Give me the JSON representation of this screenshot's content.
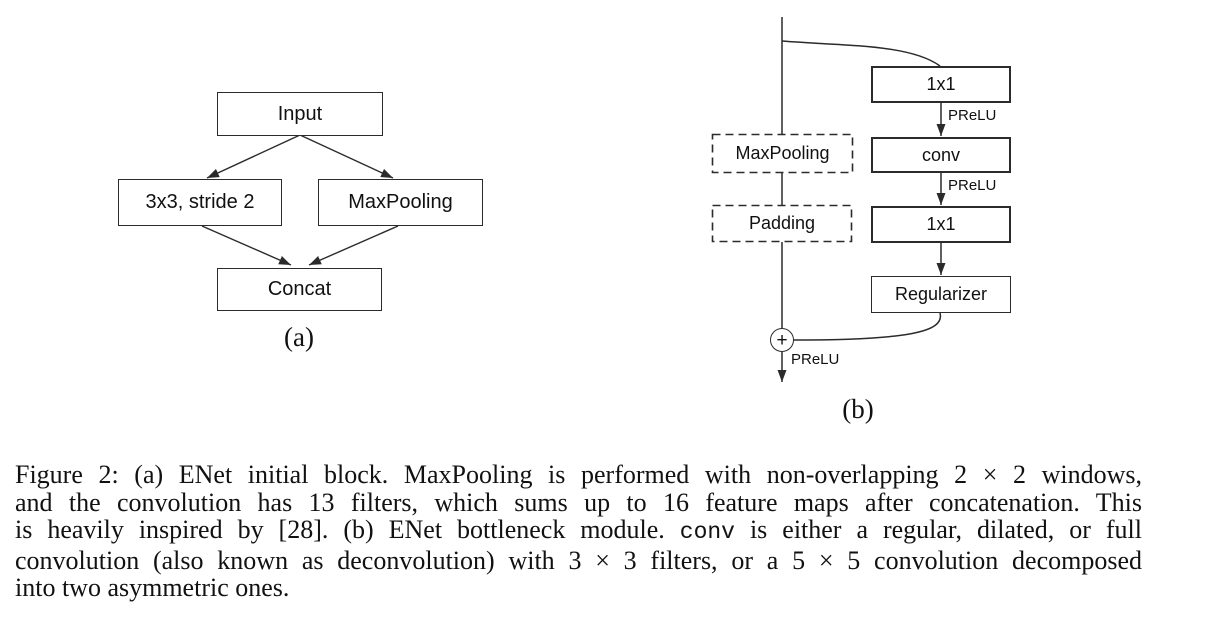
{
  "colors": {
    "line": "#2b2b2b",
    "text": "#111111",
    "bg": "#ffffff"
  },
  "panel_a": {
    "label": "(a)",
    "nodes": {
      "input": "Input",
      "conv": "3x3, stride 2",
      "maxpool": "MaxPooling",
      "concat": "Concat"
    }
  },
  "panel_b": {
    "label": "(b)",
    "nodes": {
      "branch_conv1": "1x1",
      "branch_conv2": "conv",
      "branch_conv3": "1x1",
      "regularizer": "Regularizer",
      "main_maxpool": "MaxPooling",
      "main_padding": "Padding"
    },
    "prelu": [
      "PReLU",
      "PReLU",
      "PReLU"
    ],
    "merge_operator": "+"
  },
  "caption": {
    "line1": "Figure 2: (a) ENet initial block. MaxPooling is performed with non-overlapping 2 × 2 windows,",
    "line2": "and the convolution has 13 filters, which sums up to 16 feature maps after concatenation. This",
    "line3_pre": "is heavily inspired by [28]. (b) ENet bottleneck module. ",
    "line3_code": "conv",
    "line3_post": " is either a regular, dilated, or full",
    "line4": "convolution (also known as deconvolution) with 3 × 3 filters, or a 5 × 5 convolution decomposed",
    "line5": "into two asymmetric ones."
  }
}
